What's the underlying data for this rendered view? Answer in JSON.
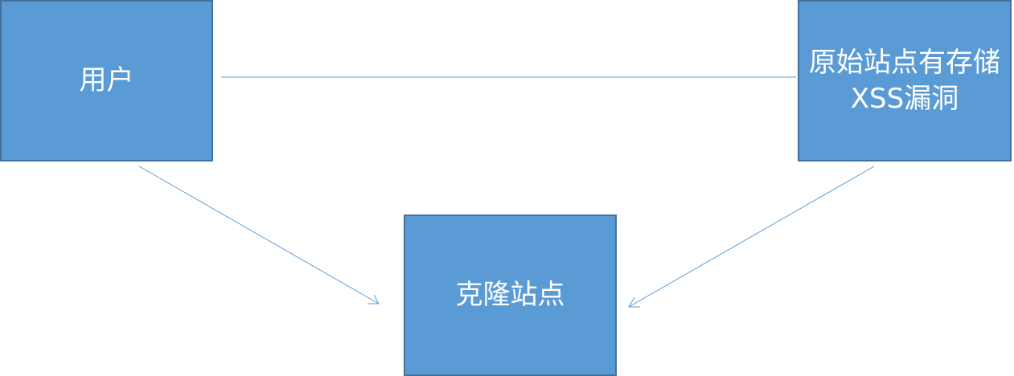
{
  "colors": {
    "node_fill": "#5b9bd5",
    "node_border": "#41719c",
    "connector": "#5b9bd5",
    "text": "#ffffff"
  },
  "nodes": {
    "user": {
      "label": "用户"
    },
    "origin": {
      "label": "原始站点有存储XSS漏洞"
    },
    "clone": {
      "label": "克隆站点"
    }
  },
  "edges": [
    {
      "from": "user",
      "to": "origin",
      "arrow": false
    },
    {
      "from": "user",
      "to": "clone",
      "arrow": true
    },
    {
      "from": "origin",
      "to": "clone",
      "arrow": true
    }
  ]
}
